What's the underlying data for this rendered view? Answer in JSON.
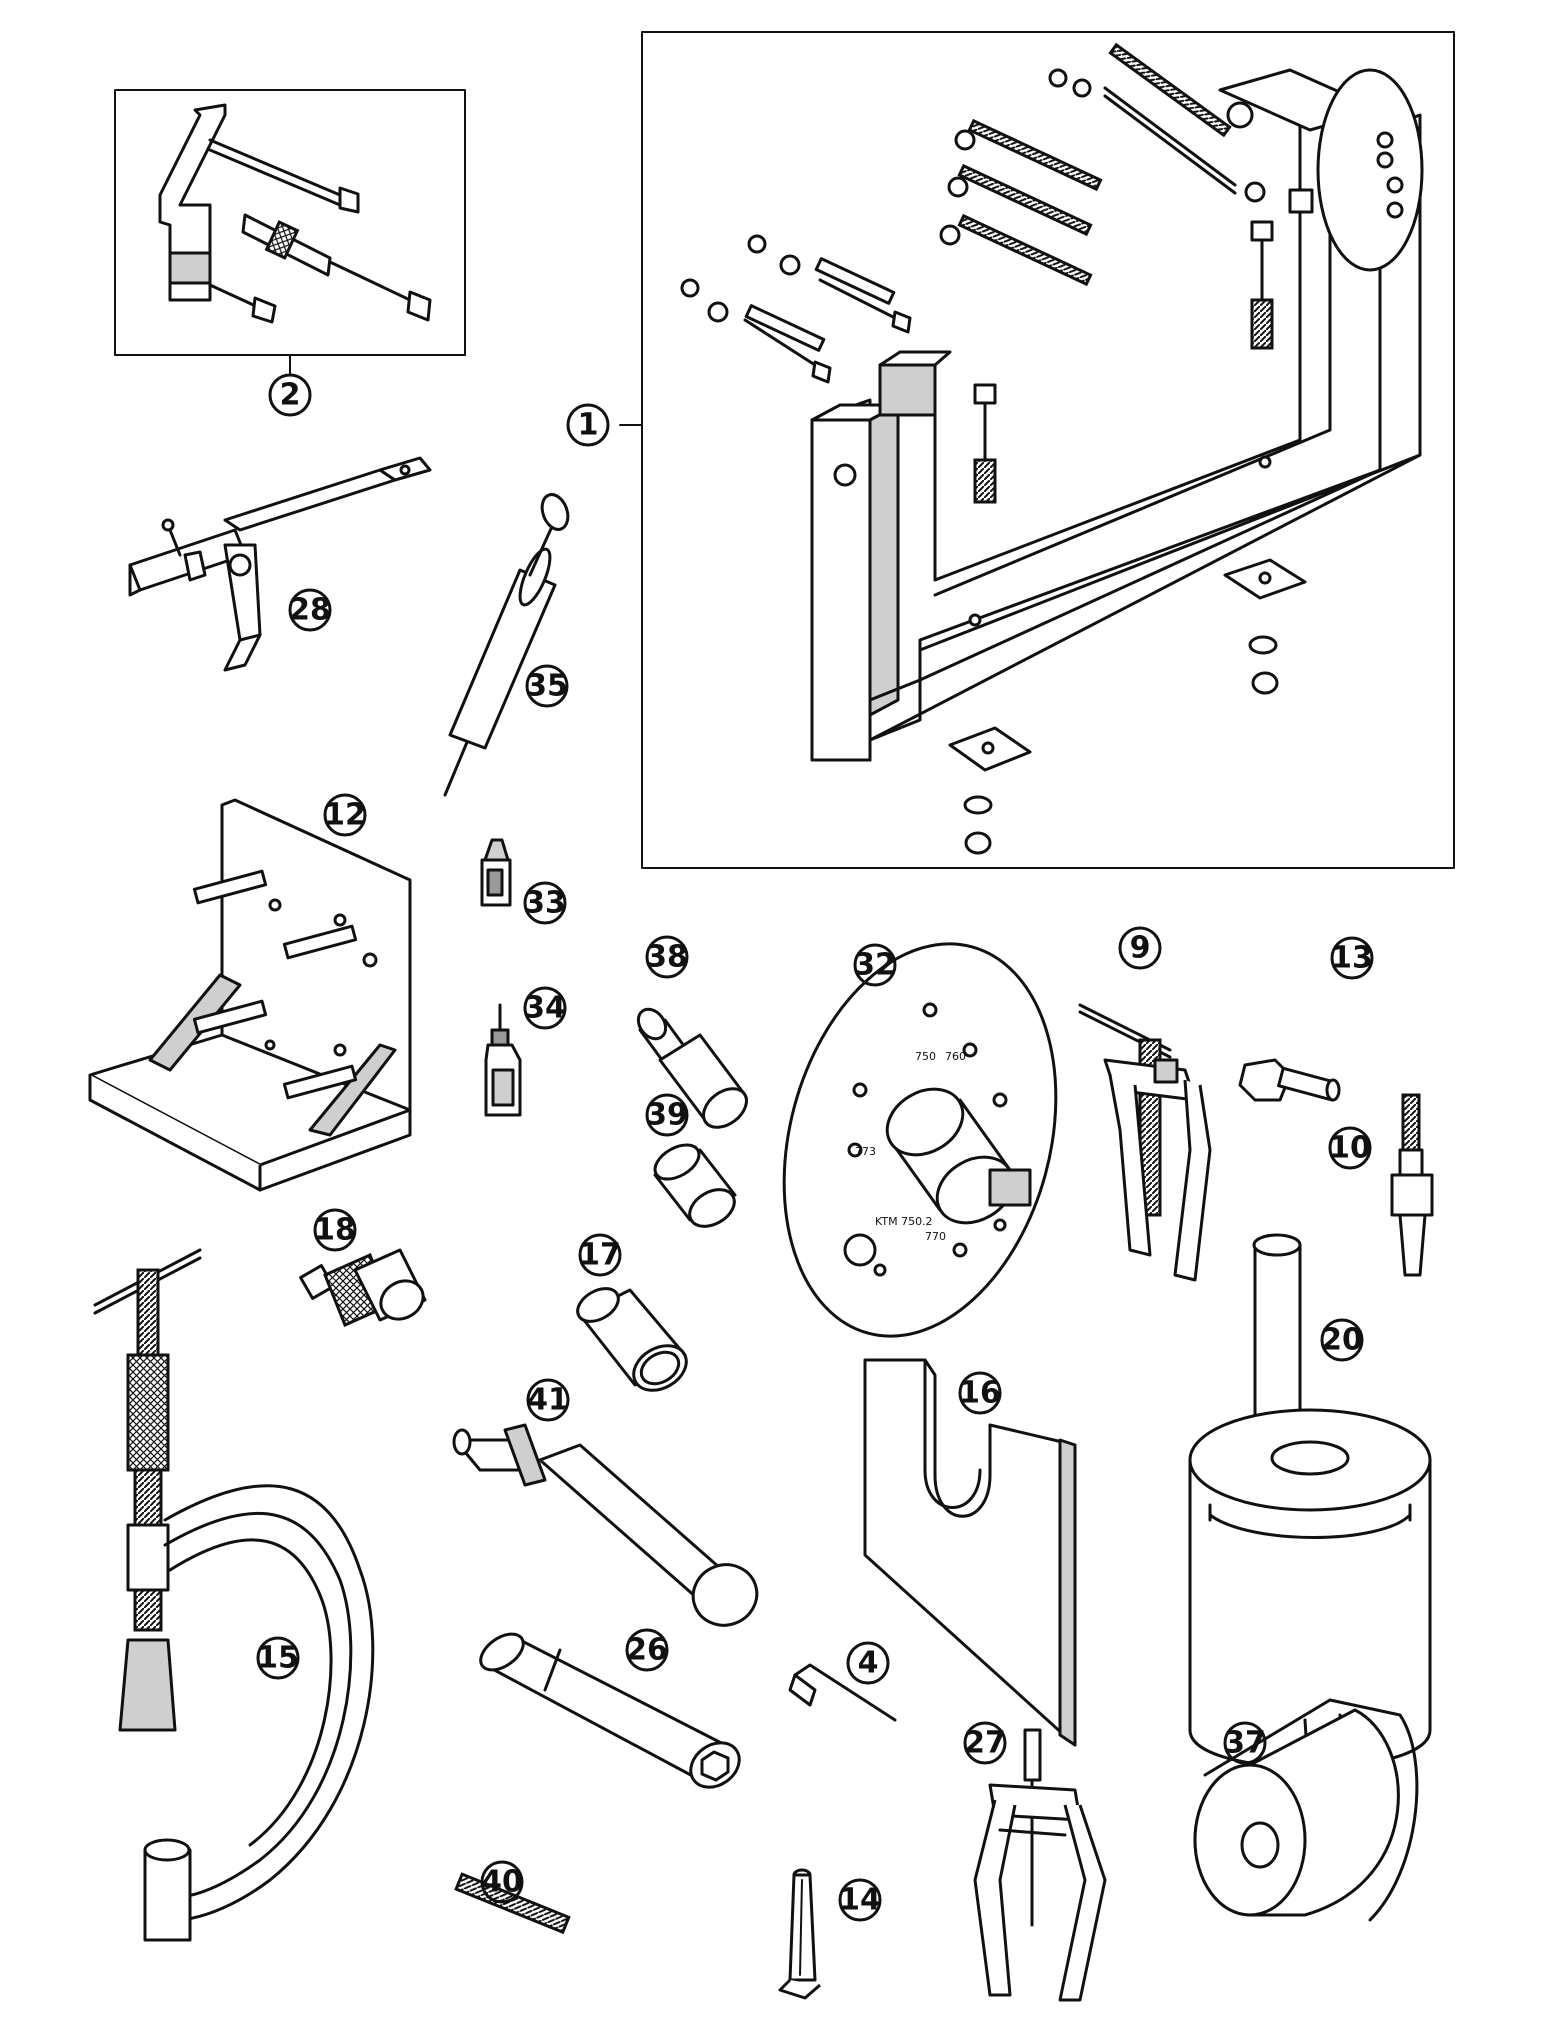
{
  "callouts": [
    {
      "id": "1",
      "label": "1"
    },
    {
      "id": "2",
      "label": "2"
    },
    {
      "id": "4",
      "label": "4"
    },
    {
      "id": "9",
      "label": "9"
    },
    {
      "id": "10",
      "label": "10"
    },
    {
      "id": "12",
      "label": "12"
    },
    {
      "id": "13",
      "label": "13"
    },
    {
      "id": "14",
      "label": "14"
    },
    {
      "id": "15",
      "label": "15"
    },
    {
      "id": "16",
      "label": "16"
    },
    {
      "id": "17",
      "label": "17"
    },
    {
      "id": "18",
      "label": "18"
    },
    {
      "id": "20",
      "label": "20"
    },
    {
      "id": "26",
      "label": "26"
    },
    {
      "id": "27",
      "label": "27"
    },
    {
      "id": "28",
      "label": "28"
    },
    {
      "id": "32",
      "label": "32"
    },
    {
      "id": "33",
      "label": "33"
    },
    {
      "id": "34",
      "label": "34"
    },
    {
      "id": "35",
      "label": "35"
    },
    {
      "id": "37",
      "label": "37"
    },
    {
      "id": "38",
      "label": "38"
    },
    {
      "id": "39",
      "label": "39"
    },
    {
      "id": "40",
      "label": "40"
    },
    {
      "id": "41",
      "label": "41"
    }
  ],
  "disc_markings": [
    "750",
    "760",
    "773",
    "770",
    "KTM 750.2"
  ]
}
